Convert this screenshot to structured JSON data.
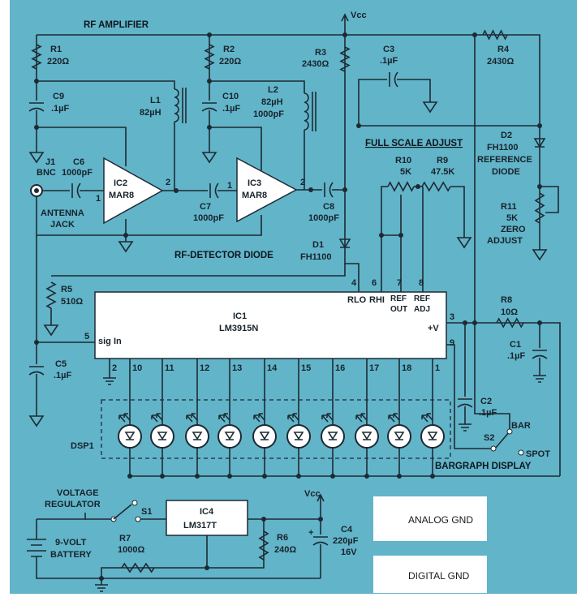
{
  "title": "RF AMPLIFIER",
  "vcc": "Vcc",
  "components": {
    "r1": [
      "R1",
      "220Ω"
    ],
    "r2": [
      "R2",
      "220Ω"
    ],
    "r3": [
      "R3",
      "2430Ω"
    ],
    "r4": [
      "R4",
      "2430Ω"
    ],
    "r5": [
      "R5",
      "510Ω"
    ],
    "r6": [
      "R6",
      "240Ω"
    ],
    "r7": [
      "R7",
      "1000Ω"
    ],
    "r8": [
      "R8",
      "10Ω"
    ],
    "r9": [
      "R9",
      "47.5K"
    ],
    "r10": [
      "R10",
      "5K"
    ],
    "r11": [
      "R11",
      "5K",
      "ZERO",
      "ADJUST"
    ],
    "c1": [
      "C1",
      ".1µF"
    ],
    "c2": [
      "C2",
      ".1µF"
    ],
    "c3": [
      "C3",
      ".1µF"
    ],
    "c4": [
      "C4",
      "220µF",
      "16V"
    ],
    "c5": [
      "C5",
      ".1µF"
    ],
    "c6": [
      "C6",
      "1000pF"
    ],
    "c7": [
      "C7",
      "1000pF"
    ],
    "c8": [
      "C8",
      "1000pF"
    ],
    "c9": [
      "C9",
      ".1µF"
    ],
    "c10": [
      "C10",
      ".1µF"
    ],
    "l1": [
      "L1",
      "82µH"
    ],
    "l2": [
      "L2",
      "82µH",
      "1000pF"
    ],
    "d1": [
      "D1",
      "FH1100"
    ],
    "d2": [
      "D2",
      "FH1100",
      "REFERENCE",
      "DIODE"
    ],
    "j1": [
      "J1",
      "BNC",
      "ANTENNA",
      "JACK"
    ],
    "ic1": [
      "IC1",
      "LM3915N"
    ],
    "ic2": [
      "IC2",
      "MAR8"
    ],
    "ic3": [
      "IC3",
      "MAR8"
    ],
    "ic4": [
      "IC4",
      "LM317T"
    ],
    "s1": "S1",
    "s2": "S2",
    "dsp1": "DSP1"
  },
  "labels": {
    "rf_detector": "RF-DETECTOR DIODE",
    "full_scale": "FULL SCALE ADJUST",
    "bargraph": "BARGRAPH DISPLAY",
    "voltage_regulator": [
      "VOLTAGE",
      "REGULATOR"
    ],
    "battery": [
      "9-VOLT",
      "BATTERY"
    ],
    "bar": "BAR",
    "spot": "SPOT"
  },
  "ic1_pins": {
    "top": [
      "4",
      "6",
      "7",
      "8"
    ],
    "top_names": [
      "RLO",
      "RHI",
      "REF OUT",
      "REF ADJ"
    ],
    "sig_in_pin": "5",
    "sig_in": "sig In",
    "v_pin": "3",
    "v_name": "+V",
    "pin9": "9",
    "bottom": [
      "2",
      "10",
      "11",
      "12",
      "13",
      "14",
      "15",
      "16",
      "17",
      "18",
      "1"
    ]
  },
  "amp_pins": {
    "in": "1",
    "out": "2"
  },
  "legend": {
    "analog": "ANALOG GND",
    "digital": "DIGITAL GND"
  },
  "colors": {
    "background": "#62b4c9",
    "wire": "#1d2a33",
    "ic_fill": "#ffffff"
  }
}
